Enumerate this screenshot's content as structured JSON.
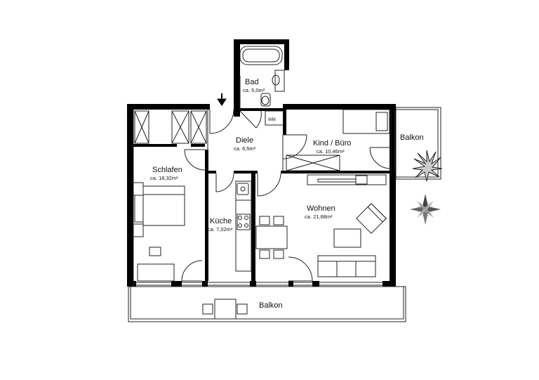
{
  "rooms": {
    "bad": {
      "name": "Bad",
      "area": "ca. 5,0m²"
    },
    "diele": {
      "name": "Diele",
      "area": "ca. 6,5m²"
    },
    "kind": {
      "name": "Kind / Büro",
      "area": "ca. 10,46m²"
    },
    "schlafen": {
      "name": "Schlafen",
      "area": "ca. 18,32m²"
    },
    "kueche": {
      "name": "Küche",
      "area": "ca. 7,02m²"
    },
    "wohnen": {
      "name": "Wohnen",
      "area": "ca. 21,68m²"
    },
    "balkon_side": {
      "name": "Balkon"
    },
    "balkon_main": {
      "name": "Balkon"
    }
  },
  "labels": {
    "wm": "WM"
  },
  "colors": {
    "wall": "#000000",
    "line": "#222222",
    "background": "#ffffff"
  },
  "icons": {
    "entrance": "down-arrow-icon",
    "compass": "compass-rose-icon",
    "plant": "plant-icon"
  }
}
